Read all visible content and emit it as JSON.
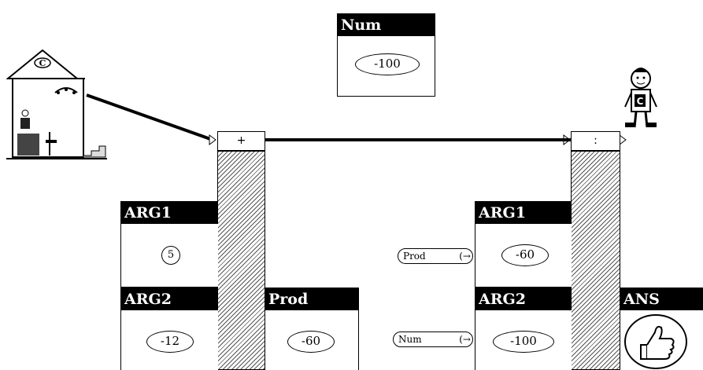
{
  "num_card": {
    "title": "Num",
    "value": "-100"
  },
  "plus_node": {
    "label": "+"
  },
  "result_node": {
    "label": ":"
  },
  "left_args": {
    "arg1": {
      "title": "ARG1",
      "value": "5"
    },
    "arg2": {
      "title": "ARG2",
      "value": "-12"
    }
  },
  "prod_card": {
    "title": "Prod",
    "value": "-60"
  },
  "right_args": {
    "arg1": {
      "title": "ARG1",
      "value": "-60",
      "source_tag": "Prod"
    },
    "arg2": {
      "title": "ARG2",
      "value": "-100",
      "source_tag": "Num"
    }
  },
  "ans_card": {
    "title": "ANS",
    "icon": "thumbs-up-icon"
  },
  "icons": {
    "house": "house-icon",
    "character": "character-icon"
  }
}
